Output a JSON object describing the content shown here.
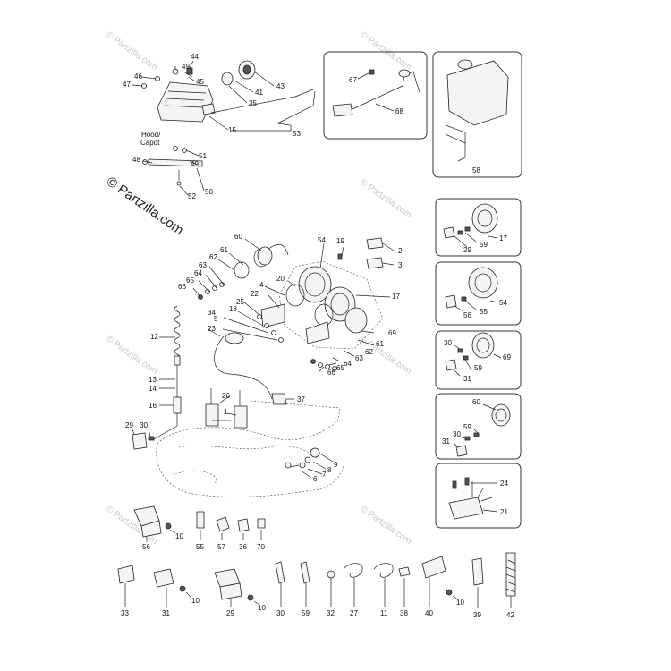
{
  "watermark": {
    "tile_text": "© Partzilla.com",
    "side_text": "© Partzilla.com"
  },
  "headlight_labels": {
    "hood_capot": [
      "Hood/",
      "Capot"
    ]
  },
  "callouts": {
    "c44": "44",
    "c49a": "49",
    "c45": "45",
    "c46": "46",
    "c47": "47",
    "c41": "41",
    "c43": "43",
    "c35": "35",
    "c15": "15",
    "c53": "53",
    "c51": "51",
    "c49b": "49",
    "c48": "48",
    "c50": "50",
    "c52": "52",
    "c67": "67",
    "c68": "68",
    "c58": "58",
    "c60a": "60",
    "c61a": "61",
    "c62a": "62",
    "c63a": "63",
    "c64a": "64",
    "c65a": "65",
    "c66a": "66",
    "c54": "54",
    "c19": "19",
    "c2": "2",
    "c3": "3",
    "c20": "20",
    "c4": "4",
    "c22": "22",
    "c25": "25",
    "c18": "18",
    "c34": "34",
    "c5": "5",
    "c17": "17",
    "c61b": "61",
    "c62b": "62",
    "c63b": "63",
    "c64b": "64",
    "c65b": "65",
    "c66b": "66",
    "c69": "69",
    "c12": "12",
    "c23": "23",
    "c13": "13",
    "c14": "14",
    "c16": "16",
    "c26": "26",
    "c1": "1",
    "c37": "37",
    "c29": "29",
    "c30": "30",
    "c9": "9",
    "c8": "8",
    "c7": "7",
    "c6": "6",
    "i1_29": "29",
    "i1_59": "59",
    "i1_17": "17",
    "i2_56": "56",
    "i2_55": "55",
    "i2_54": "54",
    "i3_30": "30",
    "i3_59": "59",
    "i3_31": "31",
    "i3_69": "69",
    "i4_60": "60",
    "i4_59": "59",
    "i4_30": "30",
    "i4_31": "31",
    "i5_24": "24",
    "i5_21": "21",
    "b56": "56",
    "b10a": "10",
    "b55": "55",
    "b57": "57",
    "b36": "36",
    "b70": "70",
    "b33": "33",
    "b31": "31",
    "b10b": "10",
    "b29": "29",
    "b10c": "10",
    "b30": "30",
    "b59": "59",
    "b32": "32",
    "b27": "27",
    "b11": "11",
    "b38": "38",
    "b40": "40",
    "b10d": "10",
    "b39": "39",
    "b42": "42"
  },
  "colors": {
    "line": "#222222",
    "watermark": "#c9c9c9",
    "background": "#ffffff"
  }
}
